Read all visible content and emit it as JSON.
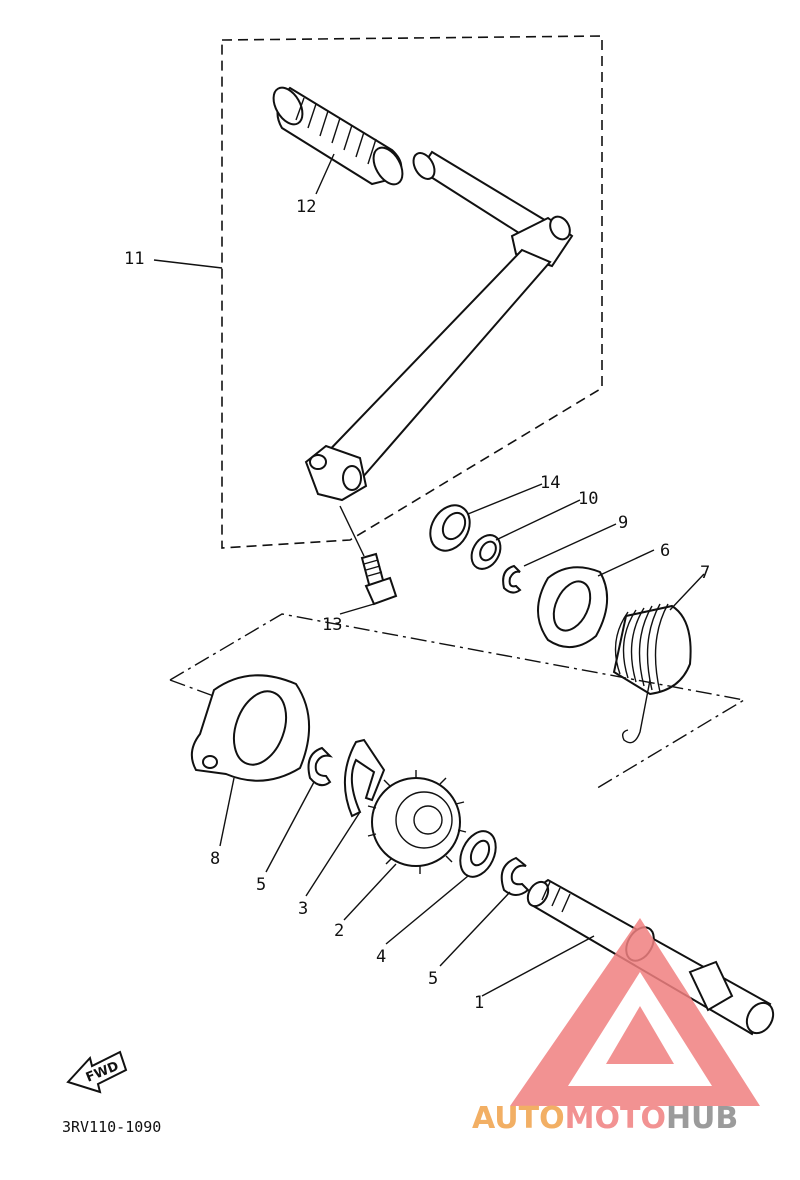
{
  "diagram": {
    "parts": [
      {
        "number": "1"
      },
      {
        "number": "2"
      },
      {
        "number": "3"
      },
      {
        "number": "4"
      },
      {
        "number": "5"
      },
      {
        "number": "5"
      },
      {
        "number": "6"
      },
      {
        "number": "7"
      },
      {
        "number": "8"
      },
      {
        "number": "9"
      },
      {
        "number": "10"
      },
      {
        "number": "11"
      },
      {
        "number": "12"
      },
      {
        "number": "13"
      },
      {
        "number": "14"
      }
    ],
    "fwd_label": "FWD",
    "drawing_code": "3RV110-1090"
  },
  "watermark": {
    "brand_part1": "AUTO",
    "brand_part2": "MOTO",
    "brand_part3": "HUB",
    "colors": {
      "auto": "#f0a24a",
      "moto": "#f08080",
      "hub": "#8a8a8a",
      "triangle": "#f08080"
    }
  }
}
